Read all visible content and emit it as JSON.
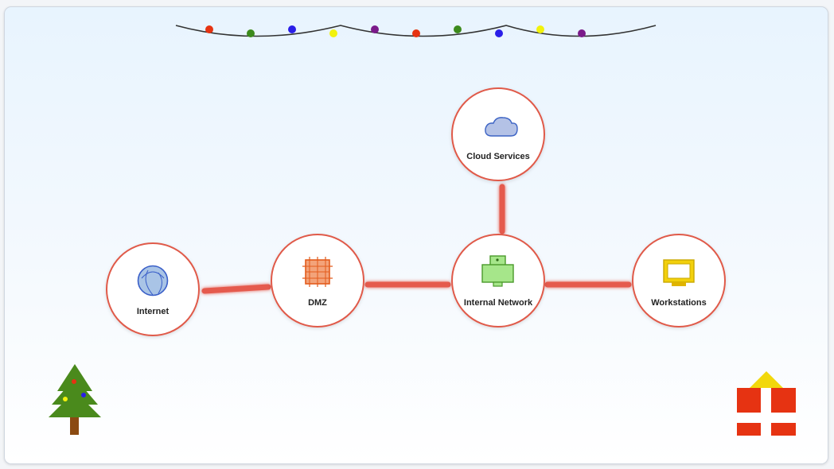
{
  "diagram": {
    "nodes": [
      {
        "id": "internet",
        "label": "Internet",
        "icon": "globe-icon"
      },
      {
        "id": "dmz",
        "label": "DMZ",
        "icon": "firewall-icon"
      },
      {
        "id": "cloud",
        "label": "Cloud Services",
        "icon": "cloud-icon"
      },
      {
        "id": "internal",
        "label": "Internal Network",
        "icon": "server-icon"
      },
      {
        "id": "workstations",
        "label": "Workstations",
        "icon": "monitor-icon"
      }
    ],
    "edges": [
      {
        "from": "internet",
        "to": "dmz"
      },
      {
        "from": "dmz",
        "to": "internal"
      },
      {
        "from": "cloud",
        "to": "internal"
      },
      {
        "from": "internal",
        "to": "workstations"
      }
    ]
  },
  "decorations": {
    "lights_colors": [
      "#e63312",
      "#3c8a1c",
      "#2a1ee8",
      "#f2f20c",
      "#7a1a8a"
    ],
    "tree": "christmas-tree-icon",
    "gift": "gift-box-icon"
  },
  "colors": {
    "node_border": "#e05a4a",
    "edge": "#e55a4e",
    "wire": "#333333"
  }
}
